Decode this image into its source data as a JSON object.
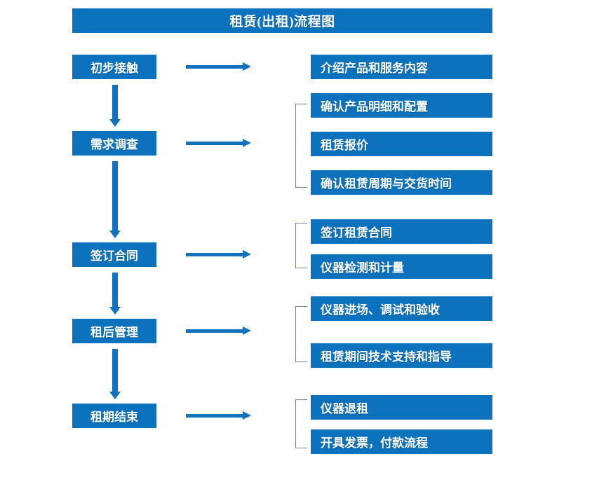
{
  "diagram": {
    "title": "租赁(出租)流程图",
    "accent_color": "#0c72bd",
    "arrow_color": "#1272bd",
    "bracket_color": "#5d8cb8",
    "text_color": "#ffffff",
    "background_color": "#ffffff",
    "stages": [
      {
        "label": "初步接触"
      },
      {
        "label": "需求调查"
      },
      {
        "label": "签订合同"
      },
      {
        "label": "租后管理"
      },
      {
        "label": "租期结束"
      }
    ],
    "details": [
      {
        "label": "介绍产品和服务内容"
      },
      {
        "label": "确认产品明细和配置"
      },
      {
        "label": "租赁报价"
      },
      {
        "label": "确认租赁周期与交货时间"
      },
      {
        "label": "签订租赁合同"
      },
      {
        "label": "仪器检测和计量"
      },
      {
        "label": "仪器进场、调试和验收"
      },
      {
        "label": "租赁期间技术支持和指导"
      },
      {
        "label": "仪器退租"
      },
      {
        "label": "开具发票，付款流程"
      }
    ]
  }
}
